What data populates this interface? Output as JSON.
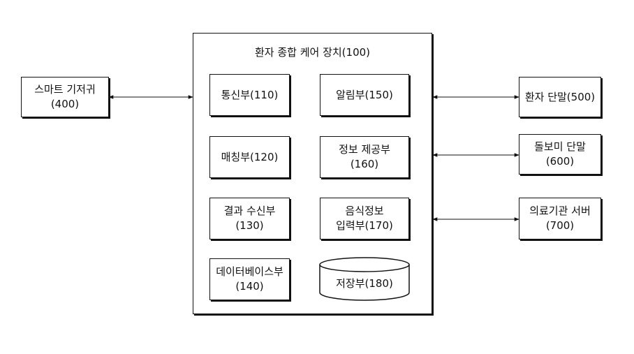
{
  "container": {
    "title": "환자 종합 케어 장치(100)"
  },
  "modules": {
    "communication": {
      "line1": "통신부(110)"
    },
    "alarm": {
      "line1": "알림부(150)"
    },
    "matching": {
      "line1": "매칭부(120)"
    },
    "info_provider": {
      "line1": "정보 제공부",
      "line2": "(160)"
    },
    "result_receiver": {
      "line1": "결과 수신부",
      "line2": "(130)"
    },
    "food_info_input": {
      "line1": "음식정보",
      "line2": "입력부(170)"
    },
    "database": {
      "line1": "데이터베이스부",
      "line2": "(140)"
    },
    "storage": {
      "line1": "저장부(180)"
    }
  },
  "external": {
    "smart_device": {
      "line1": "스마트 기저귀",
      "line2": "(400)"
    },
    "patient_terminal": {
      "line1": "환자 단말(500)"
    },
    "caregiver_terminal": {
      "line1": "돌보미 단말",
      "line2": "(600)"
    },
    "medical_server": {
      "line1": "의료기관 서버",
      "line2": "(700)"
    }
  }
}
